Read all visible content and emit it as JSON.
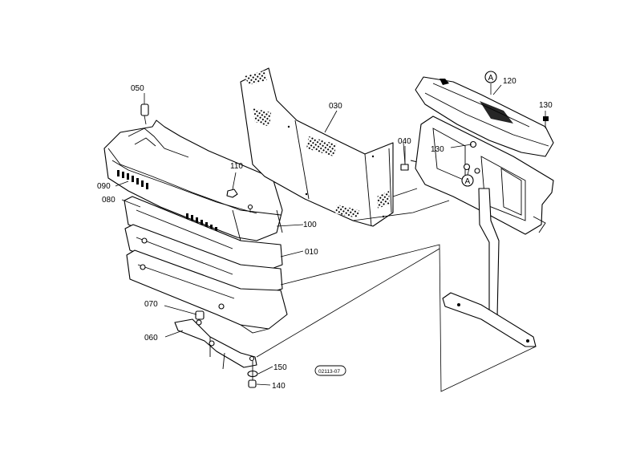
{
  "diagram": {
    "part_labels": {
      "p050": "050",
      "p090": "090",
      "p080": "080",
      "p110": "110",
      "p030": "030",
      "p040": "040",
      "p100": "100",
      "p010": "010",
      "p120": "120",
      "p130a": "130",
      "p130b": "130",
      "p070": "070",
      "p060": "060",
      "p150": "150",
      "p140": "140"
    },
    "callouts": {
      "marker_a_top": "A",
      "marker_a_bottom": "A"
    },
    "drawing_code": "02113-07"
  }
}
